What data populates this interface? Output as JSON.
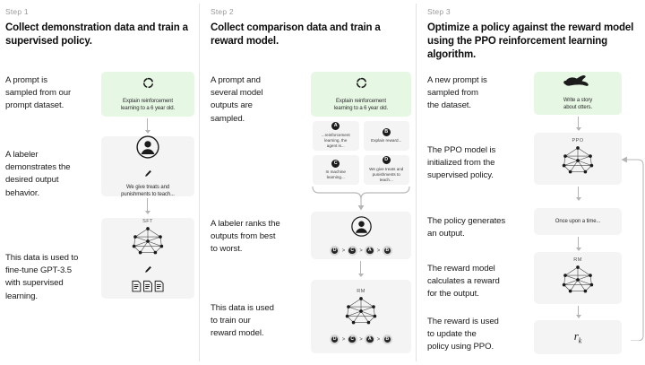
{
  "diagram": {
    "title_semantic": "rlhf-three-step-training-diagram",
    "background": "#ffffff",
    "divider_color": "#e2e2e2",
    "panel_color": "#f4f4f4",
    "prompt_panel_color": "#e6f7e4",
    "arrow_color": "#b4b4b4"
  },
  "steps": [
    {
      "label": "Step 1",
      "title": "Collect demonstration data\nand train a supervised policy.",
      "rows": [
        {
          "caption": "A prompt is\nsampled from our\nprompt dataset.",
          "panel": {
            "kind": "prompt",
            "icon": "recycle-icon",
            "text": "Explain reinforcement\nlearning to a 6 year old."
          }
        },
        {
          "caption": "A labeler\ndemonstrates the\ndesired output\nbehavior.",
          "panel": {
            "kind": "labeler",
            "icon": "person-circle-icon",
            "sub_icon": "pencil-icon",
            "text": "We give treats and\npunishments to teach..."
          }
        },
        {
          "caption": "This data is used to\nfine-tune GPT-3.5\nwith supervised\nlearning.",
          "panel": {
            "kind": "model",
            "tag": "SFT",
            "icon": "neural-net-icon",
            "sub_icon": "pencil-icon",
            "extra_icon": "documents-icon"
          }
        }
      ]
    },
    {
      "label": "Step 2",
      "title": "Collect comparison data and\ntrain a reward model.",
      "rows": [
        {
          "caption": "A prompt and\nseveral model\noutputs are\nsampled.",
          "panel": {
            "kind": "prompt",
            "icon": "recycle-icon",
            "text": "Explain reinforcement\nlearning to a 6 year old."
          }
        },
        {
          "caption": "A labeler ranks the\noutputs from best\nto worst.",
          "panel": {
            "kind": "labeler",
            "icon": "person-circle-icon",
            "ranking": [
              "D",
              "C",
              "A",
              "B"
            ]
          }
        },
        {
          "caption": "This data is used\nto train our\nreward model.",
          "panel": {
            "kind": "model",
            "tag": "RM",
            "icon": "neural-net-icon",
            "ranking": [
              "D",
              "C",
              "A",
              "B"
            ]
          }
        }
      ],
      "options": [
        {
          "badge": "A",
          "text": "...reinforcement\nlearning, the\nagent is..."
        },
        {
          "badge": "B",
          "text": "Explain reward..."
        },
        {
          "badge": "C",
          "text": "In machine\nlearning..."
        },
        {
          "badge": "D",
          "text": "We give treats and\npunishments to\nteach..."
        }
      ]
    },
    {
      "label": "Step 3",
      "title": "Optimize a policy against the\nreward model using the PPO\nreinforcement learning algorithm.",
      "rows": [
        {
          "caption": "A new prompt is\nsampled from\nthe dataset.",
          "panel": {
            "kind": "prompt",
            "icon": "otter-icon",
            "text": "Write a story\nabout otters."
          }
        },
        {
          "caption": "The PPO model is\ninitialized from the\nsupervised policy.",
          "panel": {
            "kind": "model",
            "tag": "PPO",
            "icon": "neural-net-icon"
          }
        },
        {
          "caption": "The policy generates\nan output.",
          "panel": {
            "kind": "text",
            "text": "Once upon a time..."
          }
        },
        {
          "caption": "The reward model\ncalculates a reward\nfor the output.",
          "panel": {
            "kind": "model",
            "tag": "RM",
            "icon": "neural-net-icon"
          }
        },
        {
          "caption": "The reward is used\nto update the\npolicy using PPO.",
          "panel": {
            "kind": "reward",
            "symbol": "r",
            "subscript": "k"
          }
        }
      ],
      "feedback_loop": "reward-to-ppo-loop"
    }
  ]
}
